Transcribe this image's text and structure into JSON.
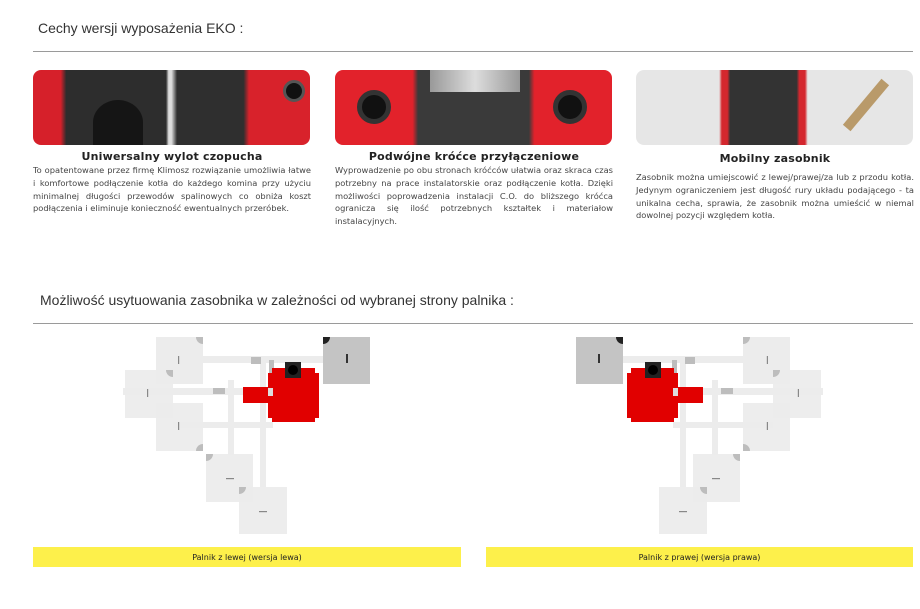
{
  "section1_title": "Cechy wersji wyposażenia EKO :",
  "features": [
    {
      "title": "Uniwersalny wylot czopucha",
      "text": "To opatentowane przez firmę Klimosz rozwiązanie umożliwia łatwe i komfortowe podłączenie kotła do każdego komina przy użyciu minimalnej długości przewodów spalinowych co obniża koszt podłączenia i eliminuje konieczność ewentualnych przeróbek."
    },
    {
      "title": "Podwójne króćce przyłączeniowe",
      "text": "Wyprowadzenie po obu stronach króćców ułatwia oraz skraca czas potrzebny na prace instalatorskie oraz podłączenie kotła. Dzięki możliwości poprowadzenia instalacji C.O. do bliższego króćca ogranicza się ilość potrzebnych kształtek i materiałow instalacyjnych."
    },
    {
      "title": "Mobilny zasobnik",
      "text": "Zasobnik można umiejscowić z lewej/prawej/za lub z przodu kotła. Jedynym ograniczeniem jest długość rury układu podającego - ta unikalna cecha, sprawia, że zasobnik można umieścić w niemal dowolnej pozycji względem kotła."
    }
  ],
  "section2_title": "Możliwość usytuowania zasobnika w zależności od wybranej strony palnika :",
  "diagrams": [
    {
      "caption": "Palnik z lewej (wersja lewa)"
    },
    {
      "caption": "Palnik z prawej (wersja prawa)"
    }
  ],
  "colors": {
    "boiler_red": "#e10000",
    "caption_bg": "#fdf04b"
  }
}
